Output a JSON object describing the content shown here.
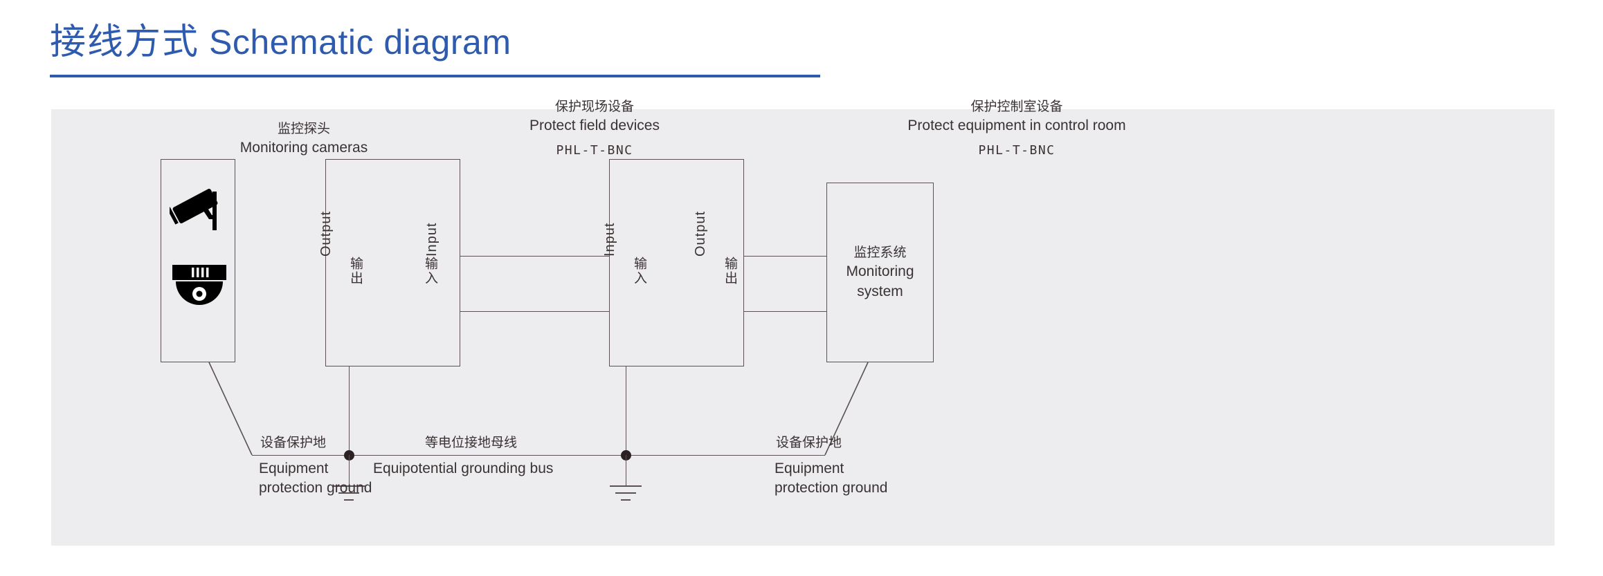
{
  "header": {
    "title_cn": "接线方式",
    "title_en": "Schematic diagram",
    "accent_color": "#2f5bae"
  },
  "diagram": {
    "background_color": "#ededef",
    "line_color": "#5a5153",
    "blocks": [
      {
        "id": "monitoring-cameras",
        "label_cn": "监控探头",
        "label_en": "Monitoring cameras",
        "icons": [
          "bullet-camera-icon",
          "dome-camera-icon"
        ]
      },
      {
        "id": "protect-field-devices",
        "label_cn": "保护现场设备",
        "label_en": "Protect field devices",
        "model": "PHL-T-BNC",
        "left_port_en": "Output",
        "left_port_cn": "输出",
        "right_port_en": "Input",
        "right_port_cn": "输入"
      },
      {
        "id": "protect-control-room",
        "label_cn": "保护控制室设备",
        "label_en": "Protect  equipment in control room",
        "model": "PHL-T-BNC",
        "left_port_en": "Input",
        "left_port_cn": "输入",
        "right_port_en": "Output",
        "right_port_cn": "输出"
      },
      {
        "id": "monitoring-system",
        "label_cn": "监控系统",
        "label_en_line1": "Monitoring",
        "label_en_line2": "system"
      }
    ],
    "grounding": {
      "left_label_cn": "设备保护地",
      "left_label_en_line1": "Equipment",
      "left_label_en_line2": "protection ground",
      "bus_label_cn": "等电位接地母线",
      "bus_label_en": "Equipotential grounding bus",
      "right_label_cn": "设备保护地",
      "right_label_en_line1": "Equipment",
      "right_label_en_line2": "protection ground"
    }
  }
}
